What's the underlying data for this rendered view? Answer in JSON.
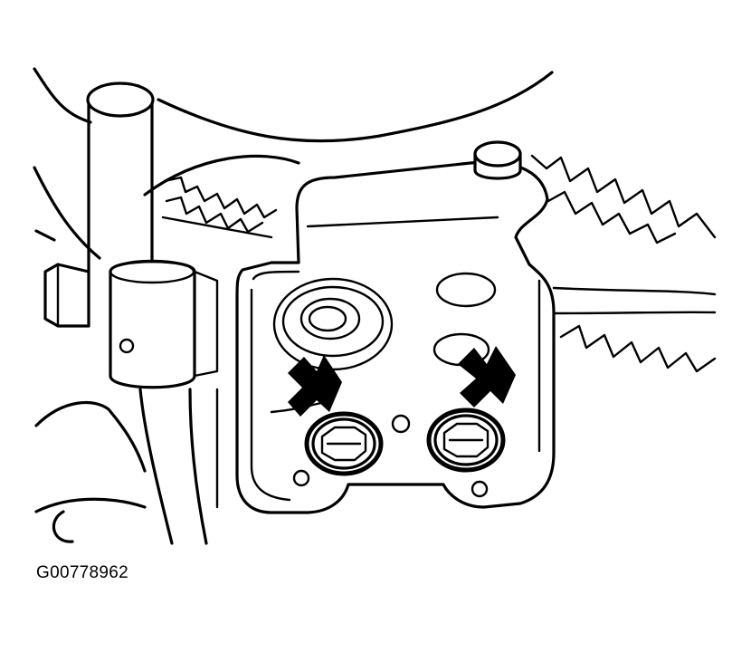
{
  "figure": {
    "code": "G00778962",
    "indicators": [
      {
        "id": "left-bolt-arrow",
        "target": "left-bolt"
      },
      {
        "id": "right-bolt-arrow",
        "target": "right-bolt"
      }
    ],
    "colors": {
      "line": "#000000",
      "background": "#ffffff"
    }
  }
}
